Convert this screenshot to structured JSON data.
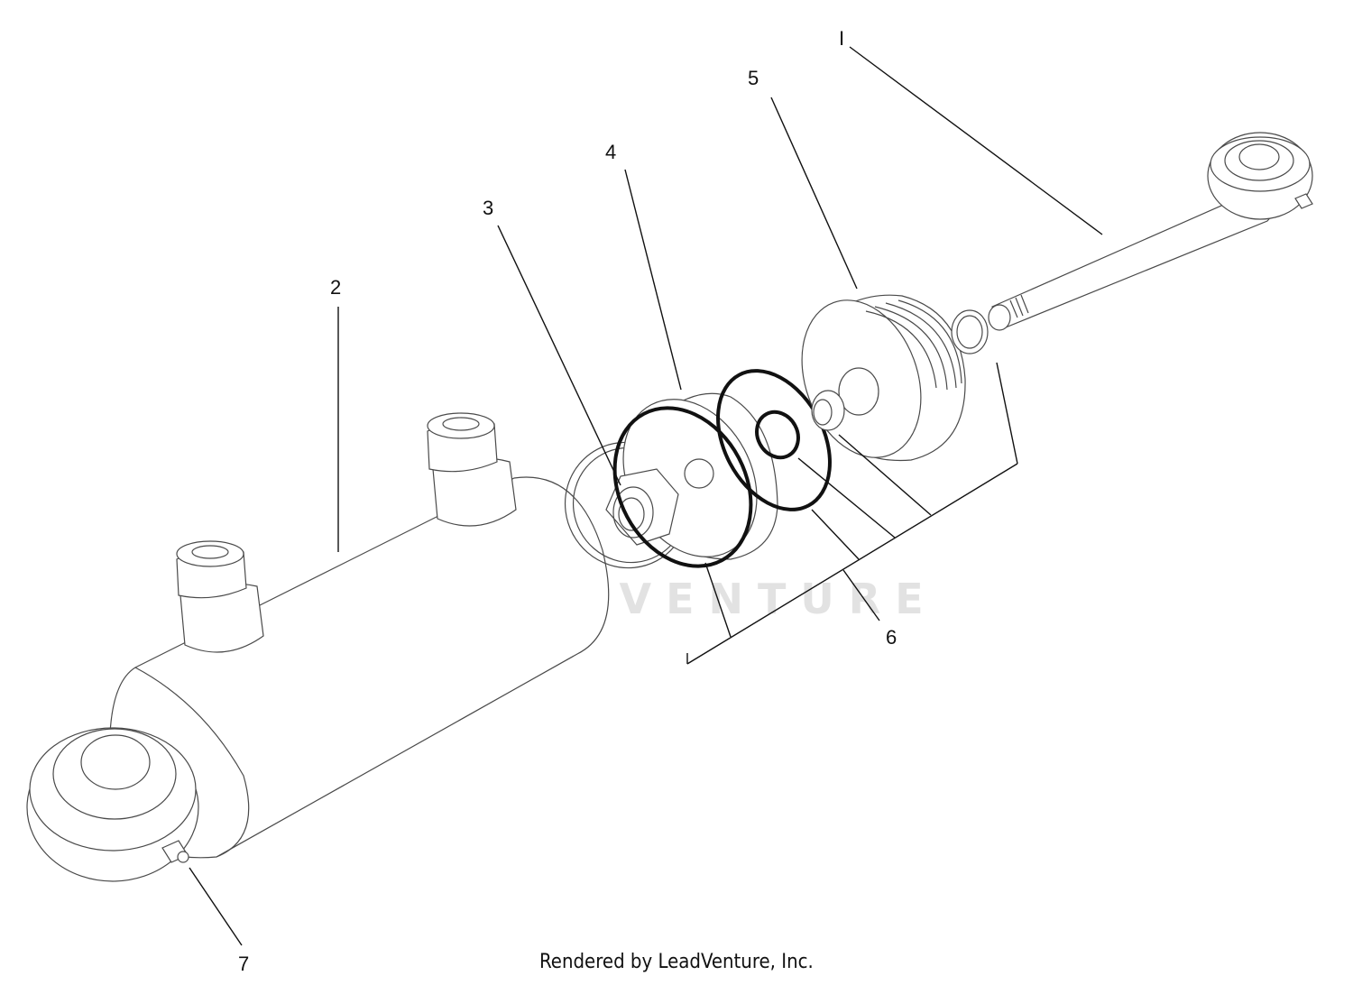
{
  "diagram": {
    "callouts": [
      {
        "id": "1",
        "label": "I"
      },
      {
        "id": "2",
        "label": "2"
      },
      {
        "id": "3",
        "label": "3"
      },
      {
        "id": "4",
        "label": "4"
      },
      {
        "id": "5",
        "label": "5"
      },
      {
        "id": "6",
        "label": "6"
      },
      {
        "id": "7",
        "label": "7"
      }
    ],
    "watermark": "LEADVENTURE",
    "credit": "Rendered by LeadVenture, Inc."
  }
}
